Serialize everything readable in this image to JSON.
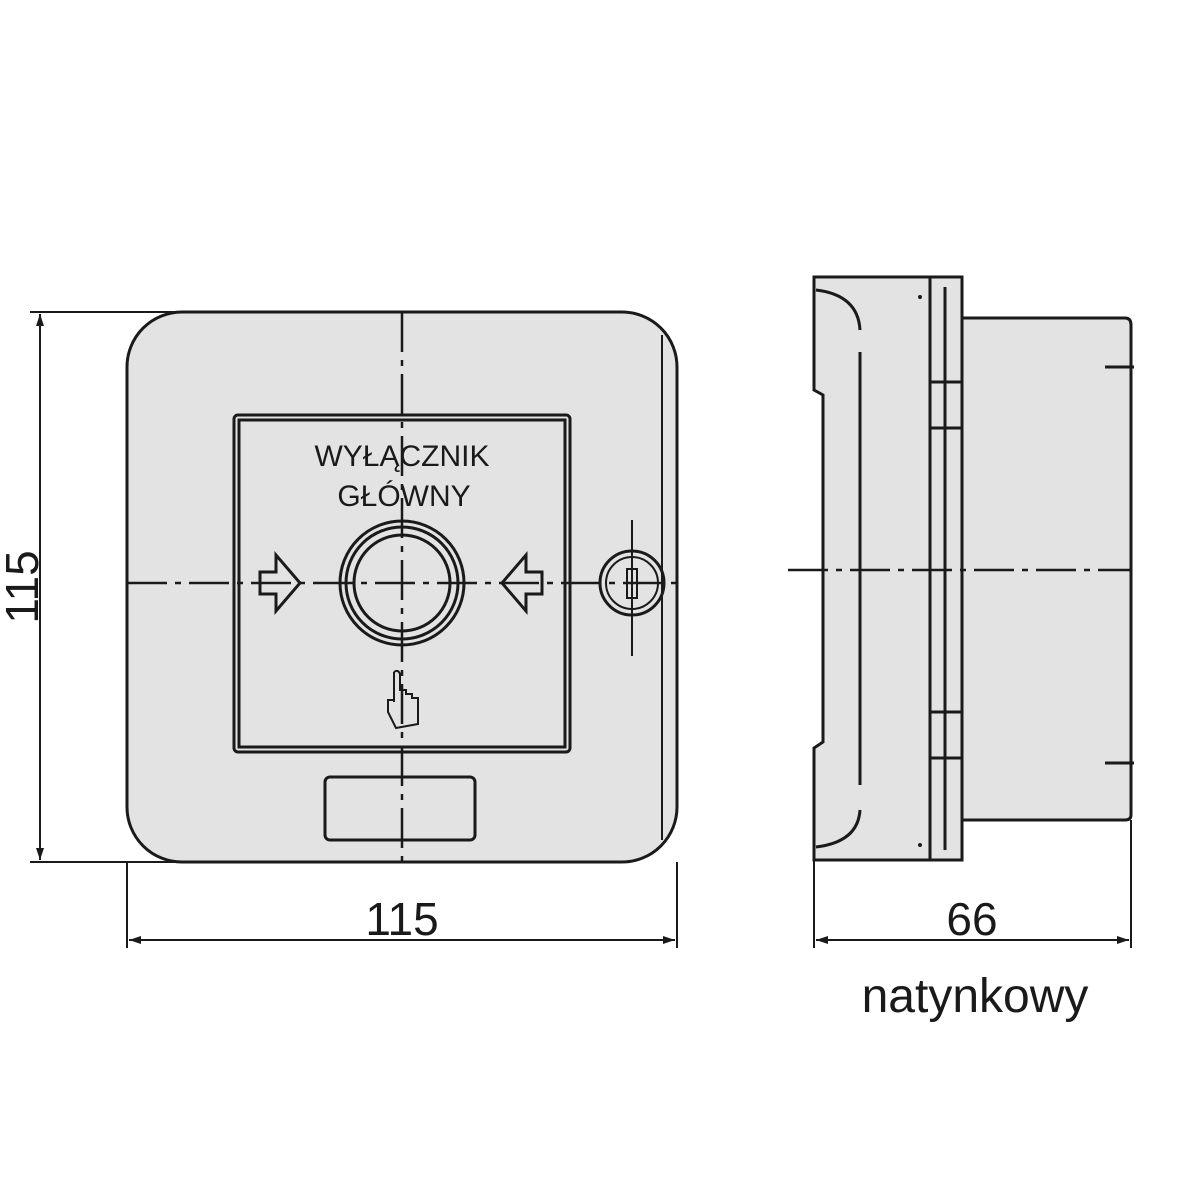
{
  "front_view": {
    "label_line1": "WYŁĄCZNIK",
    "label_line2": "GŁÓWNY",
    "height_dimension": "115",
    "width_dimension": "115"
  },
  "side_view": {
    "depth_dimension": "66",
    "caption": "natynkowy"
  }
}
